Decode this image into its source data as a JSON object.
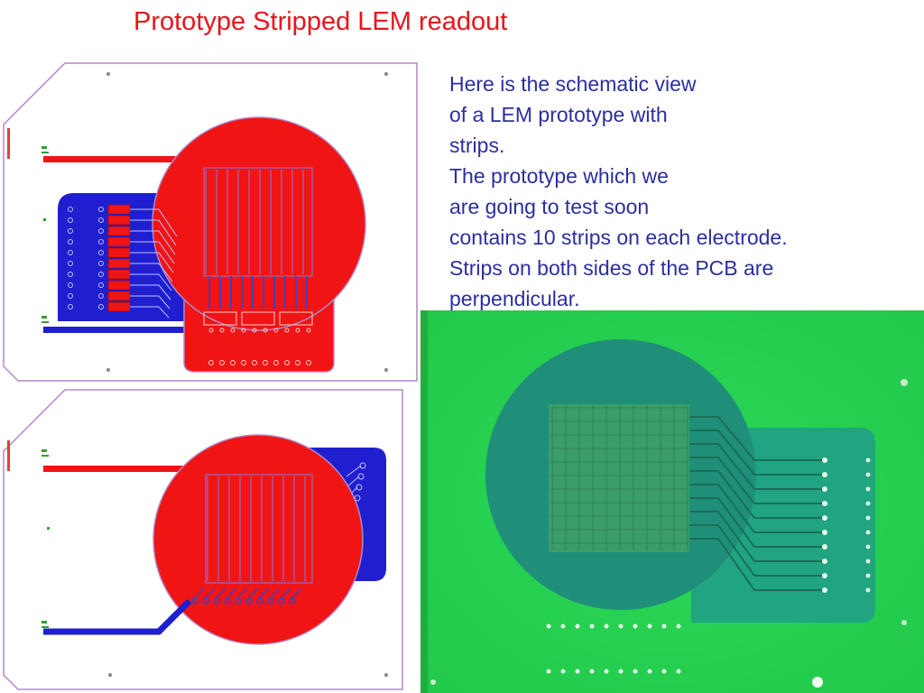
{
  "slide": {
    "title": "Prototype Stripped LEM readout",
    "description_lines": [
      "Here is the schematic view",
      "of a LEM prototype with",
      "strips.",
      "The prototype which we",
      "are going to test soon",
      "contains 10 strips on each electrode.",
      "Strips on both sides of the PCB are",
      "perpendicular."
    ]
  },
  "colors": {
    "title": "#e8141c",
    "text": "#2b2fa0",
    "copper_red": "#f01414",
    "copper_blue": "#1f1fd0",
    "board_outline": "#b088c8",
    "photo_green": "#27d650",
    "photo_teal": "#1f9a7c"
  }
}
